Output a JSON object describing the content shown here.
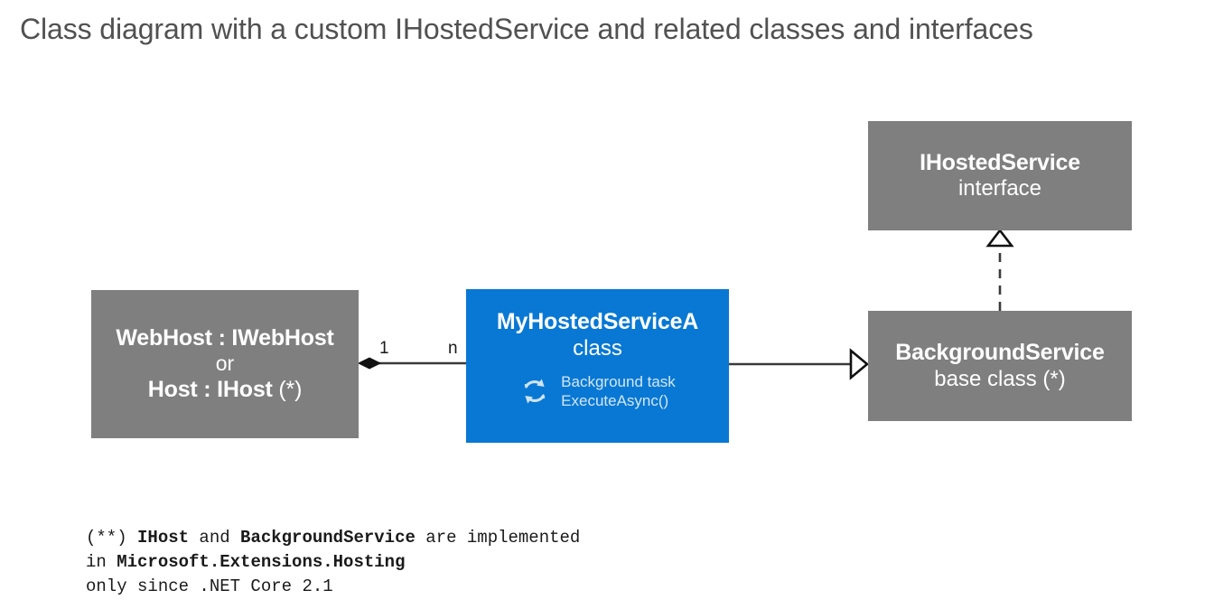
{
  "title": "Class diagram with a custom IHostedService and related classes and interfaces",
  "colors": {
    "gray_box": "#7f7f7f",
    "blue_box": "#0878d4",
    "title_text": "#515151",
    "line": "#3a3a3a",
    "box_text": "#ffffff",
    "task_text": "#d4e6f7"
  },
  "boxes": {
    "webhost": {
      "title": "WebHost : IWebHost",
      "middle": "or",
      "bottom_bold": "Host : IHost",
      "bottom_light": " (*)",
      "kind": "gray"
    },
    "myservice": {
      "title": "MyHostedServiceA",
      "subtitle": "class",
      "icon": "background-task-cycle-icon",
      "task_line1": "Background task",
      "task_line2": "ExecuteAsync()",
      "kind": "blue"
    },
    "ihostedservice": {
      "title": "IHostedService",
      "subtitle": "interface",
      "kind": "gray"
    },
    "backgroundservice": {
      "title": "BackgroundService",
      "subtitle": "base class (*)",
      "kind": "gray"
    }
  },
  "connectors": {
    "composition": {
      "from": "webhost",
      "to": "myservice",
      "source_multiplicity": "1",
      "target_multiplicity": "n",
      "style": "solid",
      "source_marker": "filled-diamond"
    },
    "generalization": {
      "from": "myservice",
      "to": "backgroundservice",
      "style": "solid",
      "target_marker": "hollow-triangle"
    },
    "realization": {
      "from": "backgroundservice",
      "to": "ihostedservice",
      "style": "dashed",
      "target_marker": "hollow-triangle"
    }
  },
  "footnote": {
    "line1_pre": "(**) ",
    "line1_bold1": "IHost",
    "line1_mid": " and ",
    "line1_bold2": "BackgroundService",
    "line1_post": " are implemented",
    "line2_pre": "in ",
    "line2_bold": "Microsoft.Extensions.Hosting",
    "line3": "only since .NET Core 2.1"
  }
}
